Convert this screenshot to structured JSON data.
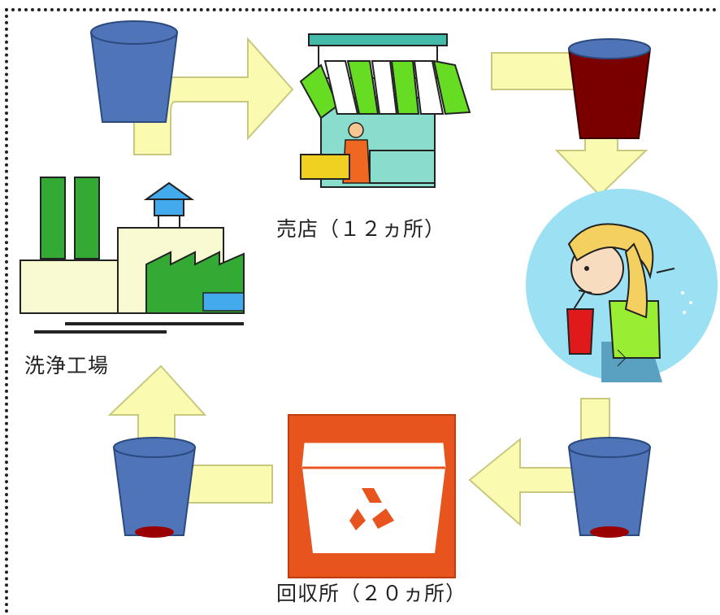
{
  "labels": {
    "shop": "売店（１２ヵ所）",
    "factory": "洗浄工場",
    "recycle_station": "回収所（２０ヵ所）"
  },
  "colors": {
    "arrow_fill": "#fafab0",
    "arrow_stroke": "#c8c880",
    "cup_blue": "#4f74b8",
    "cup_red": "#7a0000",
    "awning_green": "#66dd22",
    "factory_green": "#33aa33",
    "factory_cream": "#fafad2",
    "recycle_box_bg": "#e8541e",
    "person_bg": "#9ce0f4"
  },
  "icons": [
    "blue-cup-icon",
    "shop-icon",
    "red-cup-icon",
    "drinking-person-icon",
    "used-cup-icon",
    "recycle-box-icon",
    "factory-icon"
  ]
}
